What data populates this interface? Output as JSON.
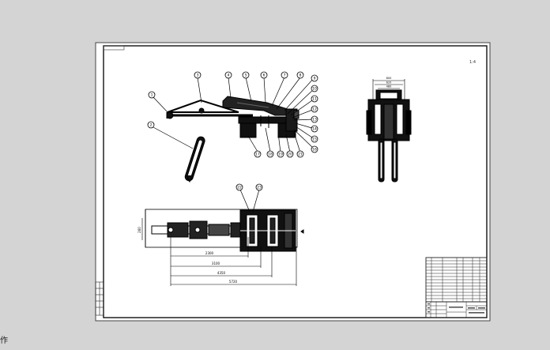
{
  "drawing": {
    "scale_note": "1:4",
    "side_view_balloons_top": [
      "1",
      "2",
      "3",
      "4",
      "5",
      "6"
    ],
    "side_view_balloons_right": [
      "7",
      "8",
      "9",
      "10",
      "11",
      "12",
      "13",
      "14",
      "15",
      "16"
    ],
    "side_view_balloons_bottom": [
      "17",
      "18",
      "19",
      "20",
      "21"
    ],
    "plan_view_balloons": [
      "22",
      "23"
    ],
    "dims": {
      "plan_d1": "2300",
      "plan_d2": "3100",
      "plan_d3": "4350",
      "plan_d4": "5720",
      "plan_vertical": "260",
      "end_d1": "800",
      "end_d2": "620",
      "end_d3": "480"
    }
  },
  "corner_text": "作"
}
